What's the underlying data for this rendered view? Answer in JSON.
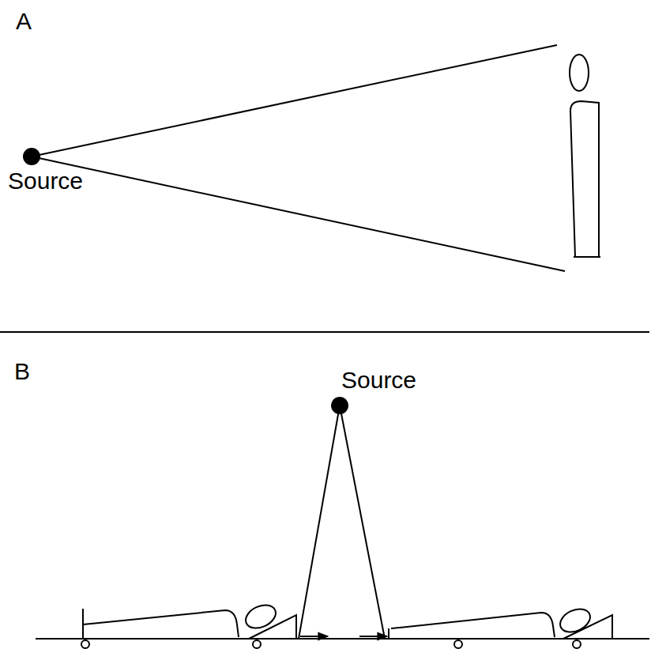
{
  "diagram": {
    "labels": [
      "A",
      "Source",
      "B",
      "Source"
    ]
  }
}
